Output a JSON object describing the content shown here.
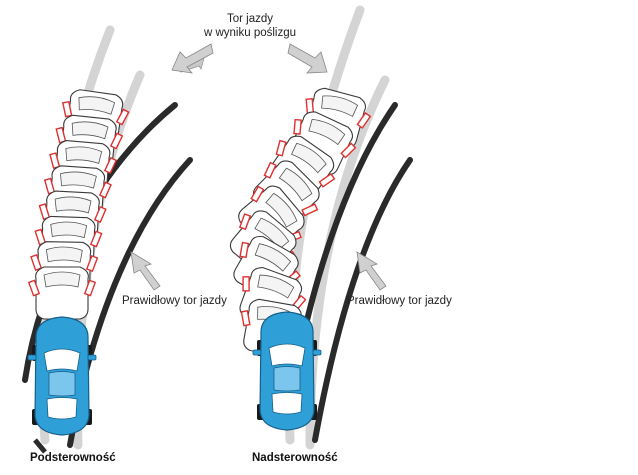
{
  "labels": {
    "slide_path": [
      "Tor jazdy",
      "w wyniku poślizgu"
    ],
    "correct_path_left": "Prawidłowy tor jazdy",
    "correct_path_right": "Prawidłowy tor jazdy"
  },
  "captions": {
    "understeer": "Podsterowność",
    "oversteer": "Nadsterowność"
  },
  "colors": {
    "car_body": "#2f9fd8",
    "car_outline": "#1a1a1a",
    "ghost_marker": "#e03030",
    "correct_track": "#2a2a2a",
    "skid_track": "#d4d4d4",
    "arrow": "#c8c8c8"
  }
}
